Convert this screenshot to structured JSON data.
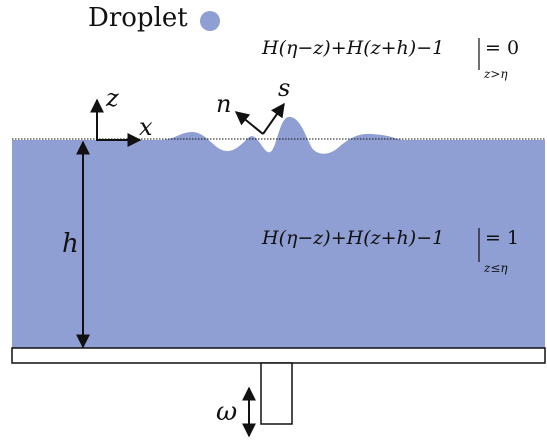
{
  "legend": {
    "label": "Droplet",
    "droplet_color": "#8f9fd3"
  },
  "colors": {
    "liquid": "#8f9fd3",
    "stroke": "#111111",
    "plate_fill": "#ffffff"
  },
  "axes": {
    "z": "z",
    "x": "x",
    "n": "n",
    "s": "s"
  },
  "depth_label": "h",
  "forcing_label": "ω",
  "equations": {
    "above": {
      "expr": "H(η−z)+H(z+h)−1",
      "rhs": "= 0",
      "condition": "z>η"
    },
    "below": {
      "expr": "H(η−z)+H(z+h)−1",
      "rhs": "= 1",
      "condition": "z≤η"
    }
  }
}
